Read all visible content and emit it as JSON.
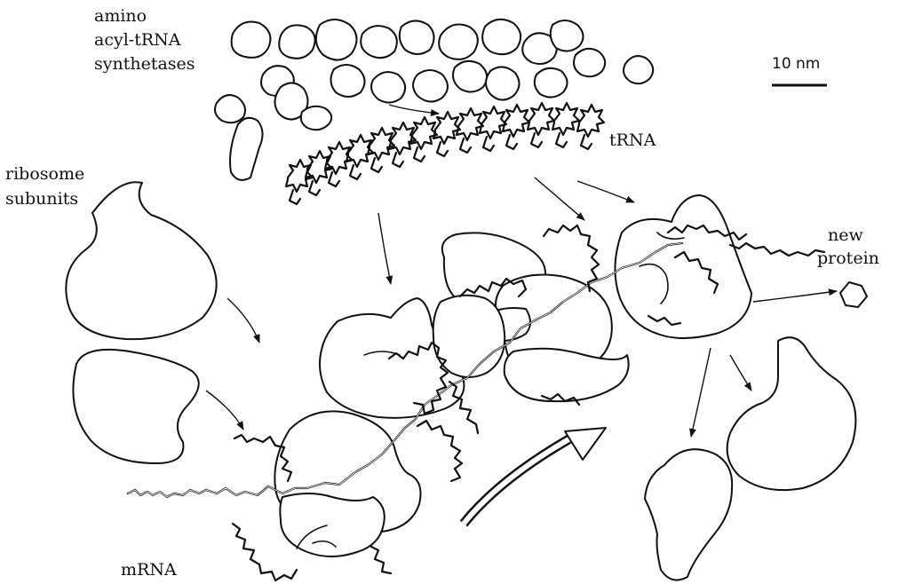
{
  "labels": {
    "synthetases": [
      "amino",
      "acyl-tRNA",
      "synthetases"
    ],
    "trna": "tRNA",
    "scale": "10 nm",
    "ribosome_subunits": [
      "ribosome",
      "subunits"
    ],
    "new_protein": [
      "new",
      "protein"
    ],
    "mrna": "mRNA"
  }
}
